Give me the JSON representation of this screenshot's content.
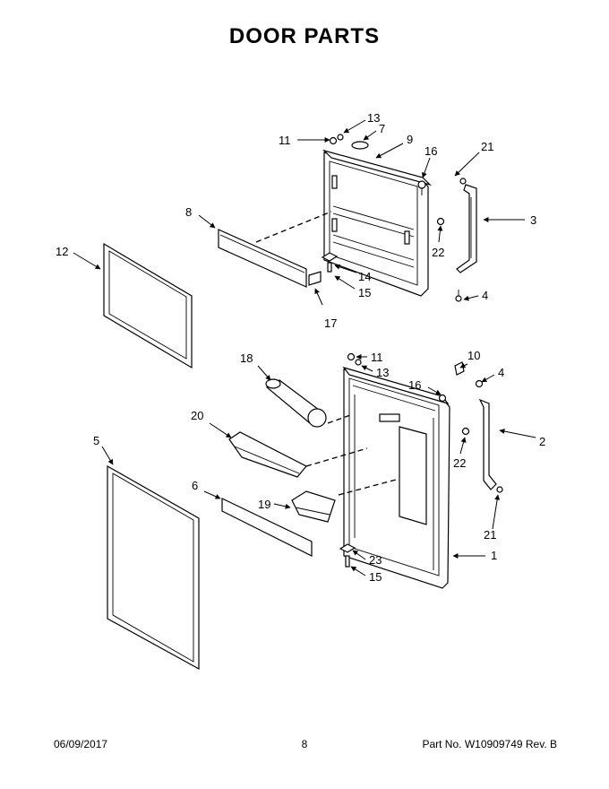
{
  "title": "DOOR PARTS",
  "footer": {
    "date": "06/09/2017",
    "page": "8",
    "part": "Part No.  W10909749   Rev.  B"
  },
  "callouts": {
    "c1": "1",
    "c2": "2",
    "c3": "3",
    "c4a": "4",
    "c4b": "4",
    "c5": "5",
    "c6": "6",
    "c7": "7",
    "c8": "8",
    "c9": "9",
    "c10": "10",
    "c11a": "11",
    "c11b": "11",
    "c12": "12",
    "c13a": "13",
    "c13b": "13",
    "c14": "14",
    "c15a": "15",
    "c15b": "15",
    "c16a": "16",
    "c16b": "16",
    "c17": "17",
    "c18": "18",
    "c19": "19",
    "c20": "20",
    "c21a": "21",
    "c21b": "21",
    "c22a": "22",
    "c22b": "22",
    "c23": "23"
  }
}
